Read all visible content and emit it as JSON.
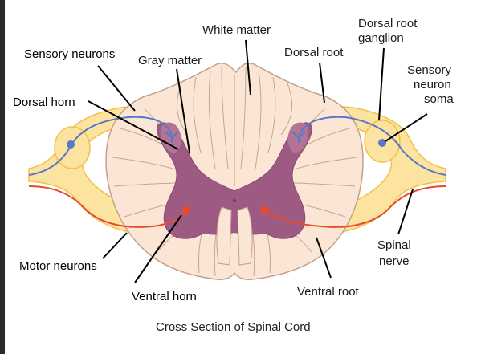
{
  "labels": {
    "white_matter": "White matter",
    "dorsal_root_ganglion_1": "Dorsal root",
    "dorsal_root_ganglion_2": "ganglion",
    "sensory_neurons": "Sensory neurons",
    "gray_matter": "Gray matter",
    "dorsal_root": "Dorsal root",
    "sensory_neuron_soma_1": "Sensory",
    "sensory_neuron_soma_2": "neuron",
    "sensory_neuron_soma_3": "soma",
    "dorsal_horn": "Dorsal horn",
    "spinal_nerve_1": "Spinal",
    "spinal_nerve_2": "nerve",
    "motor_neurons": "Motor neurons",
    "ventral_horn": "Ventral horn",
    "ventral_root": "Ventral root"
  },
  "caption": "Cross Section of Spinal Cord",
  "colors": {
    "white_matter_fill": "#fbe6d6",
    "white_matter_stroke": "#c4a08a",
    "gray_matter": "#9d5a83",
    "nerve": "#fce4a0",
    "nerve_stroke": "#f2c04a",
    "sensory_line": "#5b78c8",
    "motor_line": "#e84a2a",
    "leader": "#000000"
  }
}
